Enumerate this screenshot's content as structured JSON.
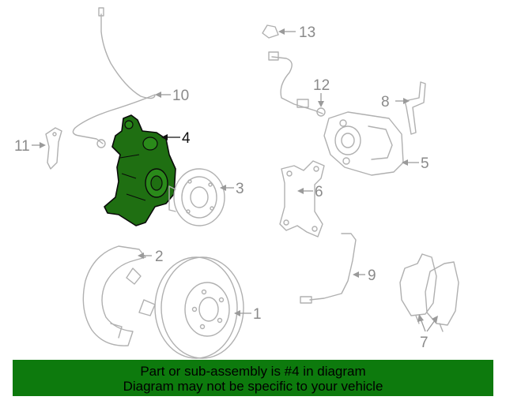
{
  "diagram": {
    "highlight_color": "#1f6f12",
    "highlighted_part": "4",
    "callouts": [
      "1",
      "2",
      "3",
      "4",
      "5",
      "6",
      "7",
      "8",
      "9",
      "10",
      "11",
      "12",
      "13"
    ]
  },
  "banner": {
    "line1": "Part or sub-assembly is #4 in diagram",
    "line2": "Diagram may not be specific to your vehicle",
    "background": "#0d7a0d"
  }
}
